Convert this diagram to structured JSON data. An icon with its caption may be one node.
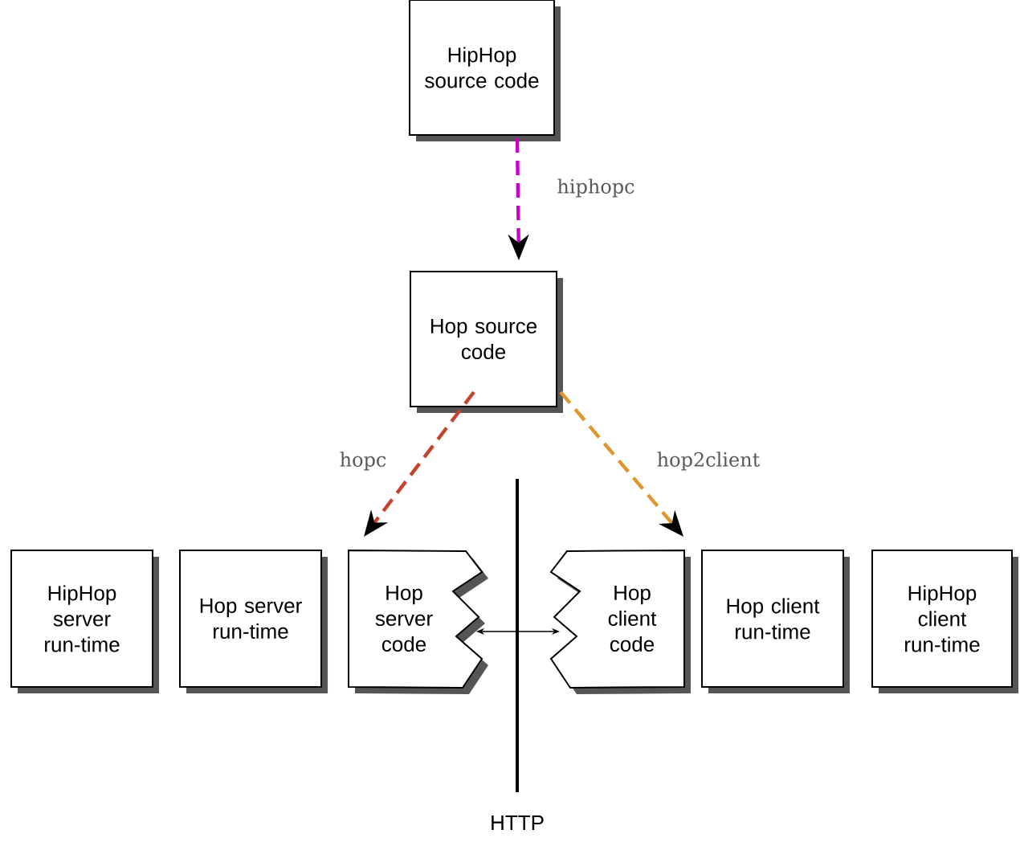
{
  "diagram": {
    "nodes": [
      {
        "text": [
          "HipHop source code"
        ]
      },
      {
        "text": [
          "Hop source code"
        ]
      },
      {
        "text": [
          "HipHop server run-time"
        ]
      },
      {
        "text": [
          "Hop server run-time"
        ]
      },
      {
        "text": [
          "Hop server code"
        ]
      },
      {
        "text": [
          "Hop client code"
        ]
      },
      {
        "text": [
          "Hop client run-time"
        ]
      },
      {
        "text": [
          "HipHop client run-time"
        ]
      }
    ],
    "edges": [
      {
        "from": 0,
        "to": 1,
        "arrow": "to",
        "label": "hiphopc",
        "style": "dashed",
        "color": "#cc00cc"
      },
      {
        "from": 1,
        "to": 4,
        "arrow": "to",
        "label": "hopc",
        "style": "dashed",
        "color": "#c4432e"
      },
      {
        "from": 1,
        "to": 5,
        "arrow": "to",
        "label": "hop2client",
        "style": "dashed",
        "color": "#e0952e"
      },
      {
        "from": 4,
        "to": 5,
        "arrow": "both",
        "color": "#000000"
      }
    ],
    "labels": [
      "HTTP"
    ]
  }
}
